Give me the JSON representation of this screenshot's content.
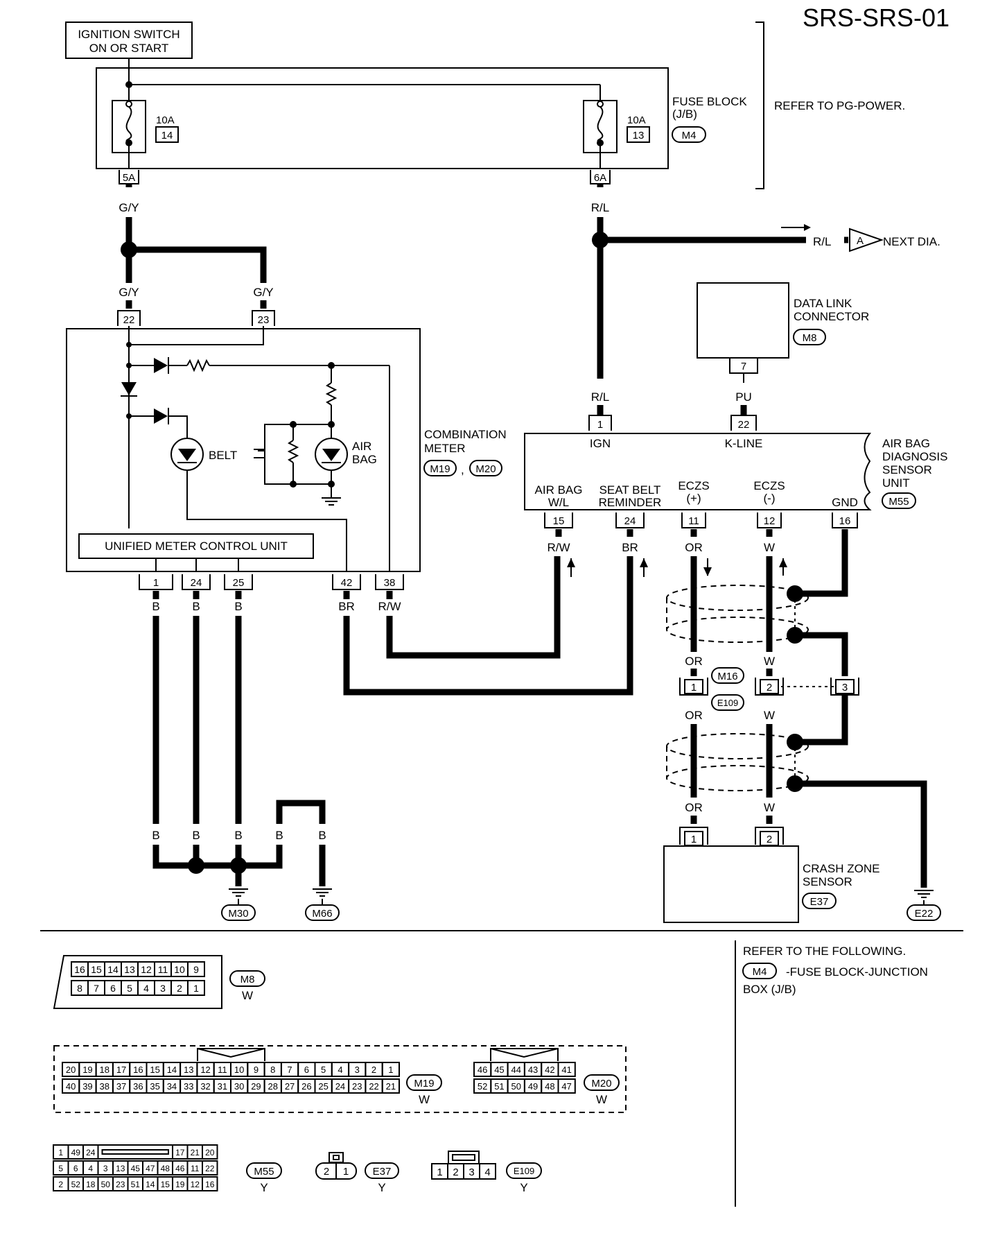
{
  "page_id": "SRS-SRS-01",
  "ignition": {
    "line1": "IGNITION SWITCH",
    "line2": "ON OR START"
  },
  "fuse_block": {
    "fuses": [
      {
        "amp": "10A",
        "num": "14",
        "out": "5A"
      },
      {
        "amp": "10A",
        "num": "13",
        "out": "6A"
      }
    ],
    "name1": "FUSE BLOCK",
    "name2": "(J/B)",
    "conn": "M4",
    "refer": "REFER TO PG-POWER."
  },
  "wires": {
    "gy": "G/Y",
    "rl": "R/L",
    "pu": "PU",
    "rw": "R/W",
    "br": "BR",
    "b": "B",
    "or": "OR",
    "w": "W"
  },
  "next_dia": {
    "wire": "R/L",
    "connector": "A",
    "text": "NEXT DIA."
  },
  "combination_meter": {
    "in_pins": [
      "22",
      "23"
    ],
    "belt": "BELT",
    "air": "AIR",
    "bag": "BAG",
    "unit": "UNIFIED METER CONTROL UNIT",
    "out_pins": [
      "1",
      "24",
      "25",
      "42",
      "38"
    ],
    "name1": "COMBINATION",
    "name2": "METER",
    "conn1": "M19",
    "conn2": "M20",
    "sep": ","
  },
  "data_link": {
    "name1": "DATA LINK",
    "name2": "CONNECTOR",
    "conn": "M8",
    "pin": "7"
  },
  "diag_unit": {
    "top_pins": [
      "1",
      "22"
    ],
    "ign": "IGN",
    "kline": "K-LINE",
    "name1": "AIR BAG",
    "name2": "DIAGNOSIS",
    "name3": "SENSOR",
    "name4": "UNIT",
    "conn": "M55",
    "airbag1": "AIR BAG",
    "airbag2": "W/L",
    "seat1": "SEAT BELT",
    "seat2": "REMINDER",
    "eczs": "ECZS",
    "plus": "(+)",
    "minus": "(-)",
    "gnd": "GND",
    "bottom_pins": [
      "15",
      "24",
      "11",
      "12",
      "16"
    ]
  },
  "joint": {
    "conn1": "M16",
    "conn2": "E109",
    "pins": [
      "1",
      "2",
      "3"
    ]
  },
  "crash_zone": {
    "name1": "CRASH ZONE",
    "name2": "SENSOR",
    "conn": "E37",
    "pins": [
      "1",
      "2"
    ]
  },
  "grounds": [
    "M30",
    "M66",
    "E22"
  ],
  "refer_note": {
    "line1": "REFER TO THE FOLLOWING.",
    "conn": "M4",
    "line2": "-FUSE BLOCK-JUNCTION",
    "line3": "BOX (J/B)"
  },
  "connector_views": {
    "m8": {
      "row1": [
        "16",
        "15",
        "14",
        "13",
        "12",
        "11",
        "10",
        "9"
      ],
      "row2": [
        "8",
        "7",
        "6",
        "5",
        "4",
        "3",
        "2",
        "1"
      ],
      "conn": "M8",
      "color": "W"
    },
    "m19": {
      "row1": [
        "20",
        "19",
        "18",
        "17",
        "16",
        "15",
        "14",
        "13",
        "12",
        "11",
        "10",
        "9",
        "8",
        "7",
        "6",
        "5",
        "4",
        "3",
        "2",
        "1"
      ],
      "row2": [
        "40",
        "39",
        "38",
        "37",
        "36",
        "35",
        "34",
        "33",
        "32",
        "31",
        "30",
        "29",
        "28",
        "27",
        "26",
        "25",
        "24",
        "23",
        "22",
        "21"
      ],
      "conn": "M19",
      "color": "W"
    },
    "m20": {
      "row1": [
        "46",
        "45",
        "44",
        "43",
        "42",
        "41"
      ],
      "row2": [
        "52",
        "51",
        "50",
        "49",
        "48",
        "47"
      ],
      "conn": "M20",
      "color": "W"
    },
    "m55": {
      "row1": [
        "1",
        "49",
        "24",
        "",
        "17",
        "21",
        "20"
      ],
      "row2": [
        "5",
        "6",
        "4",
        "3",
        "13",
        "45",
        "47",
        "48",
        "46",
        "11",
        "22"
      ],
      "row3": [
        "2",
        "52",
        "18",
        "50",
        "23",
        "51",
        "14",
        "15",
        "19",
        "12",
        "16"
      ],
      "conn": "M55",
      "color": "Y"
    },
    "e37": {
      "pins": [
        "2",
        "1"
      ],
      "conn": "E37",
      "color": "Y"
    },
    "e109": {
      "pins": [
        "1",
        "2",
        "3",
        "4"
      ],
      "conn": "E109",
      "color": "Y"
    }
  }
}
